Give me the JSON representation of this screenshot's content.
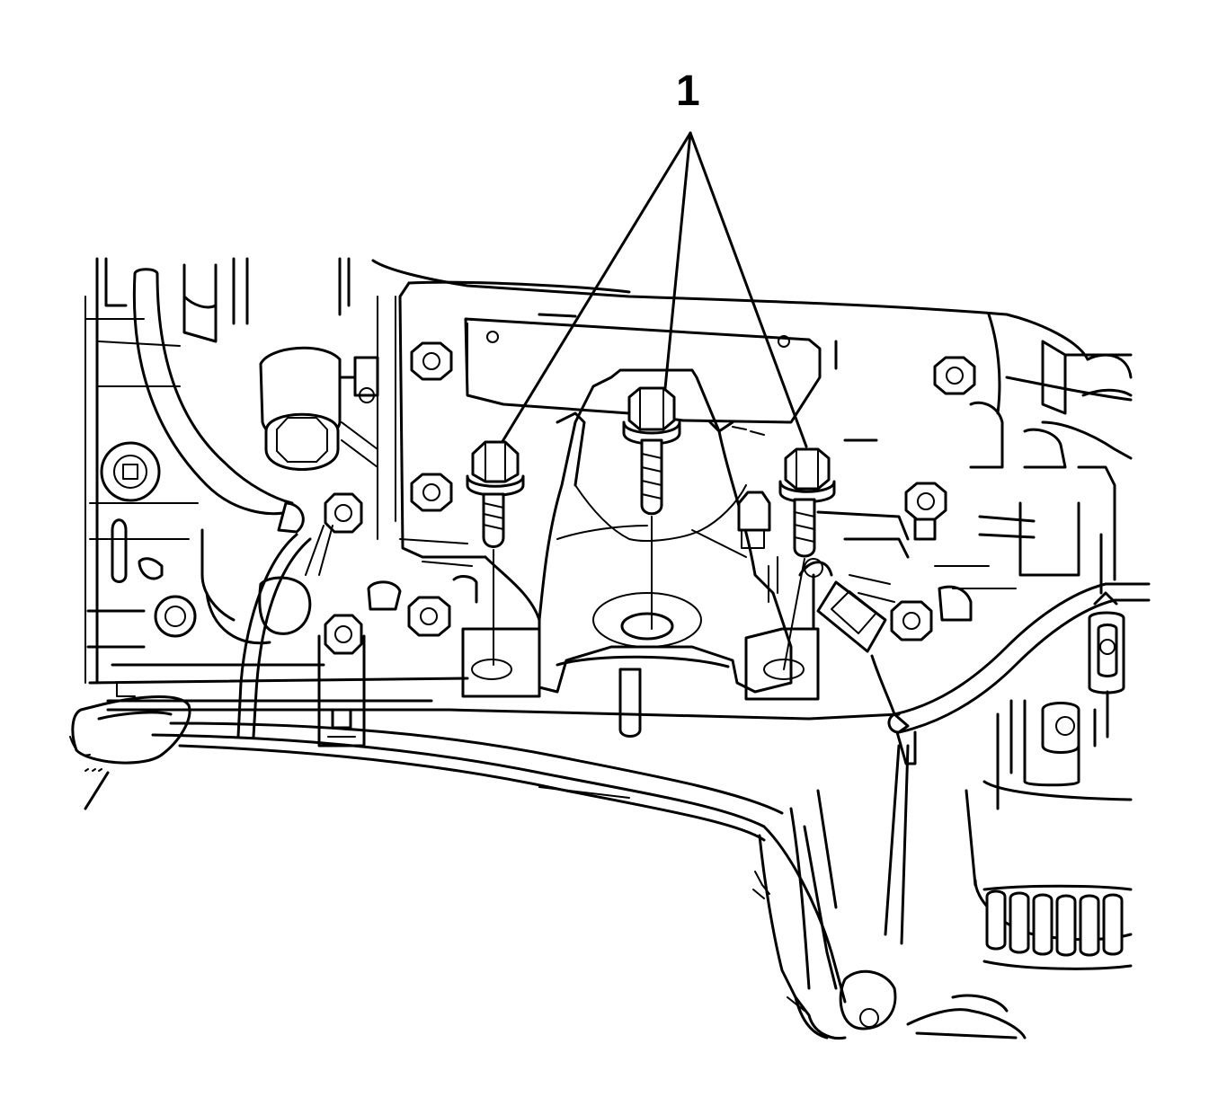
{
  "figure": {
    "callout_number": "1",
    "callout_targets": [
      "bolt-left",
      "bolt-center",
      "bolt-right"
    ],
    "line_color": "#000000",
    "background_color": "#ffffff"
  }
}
